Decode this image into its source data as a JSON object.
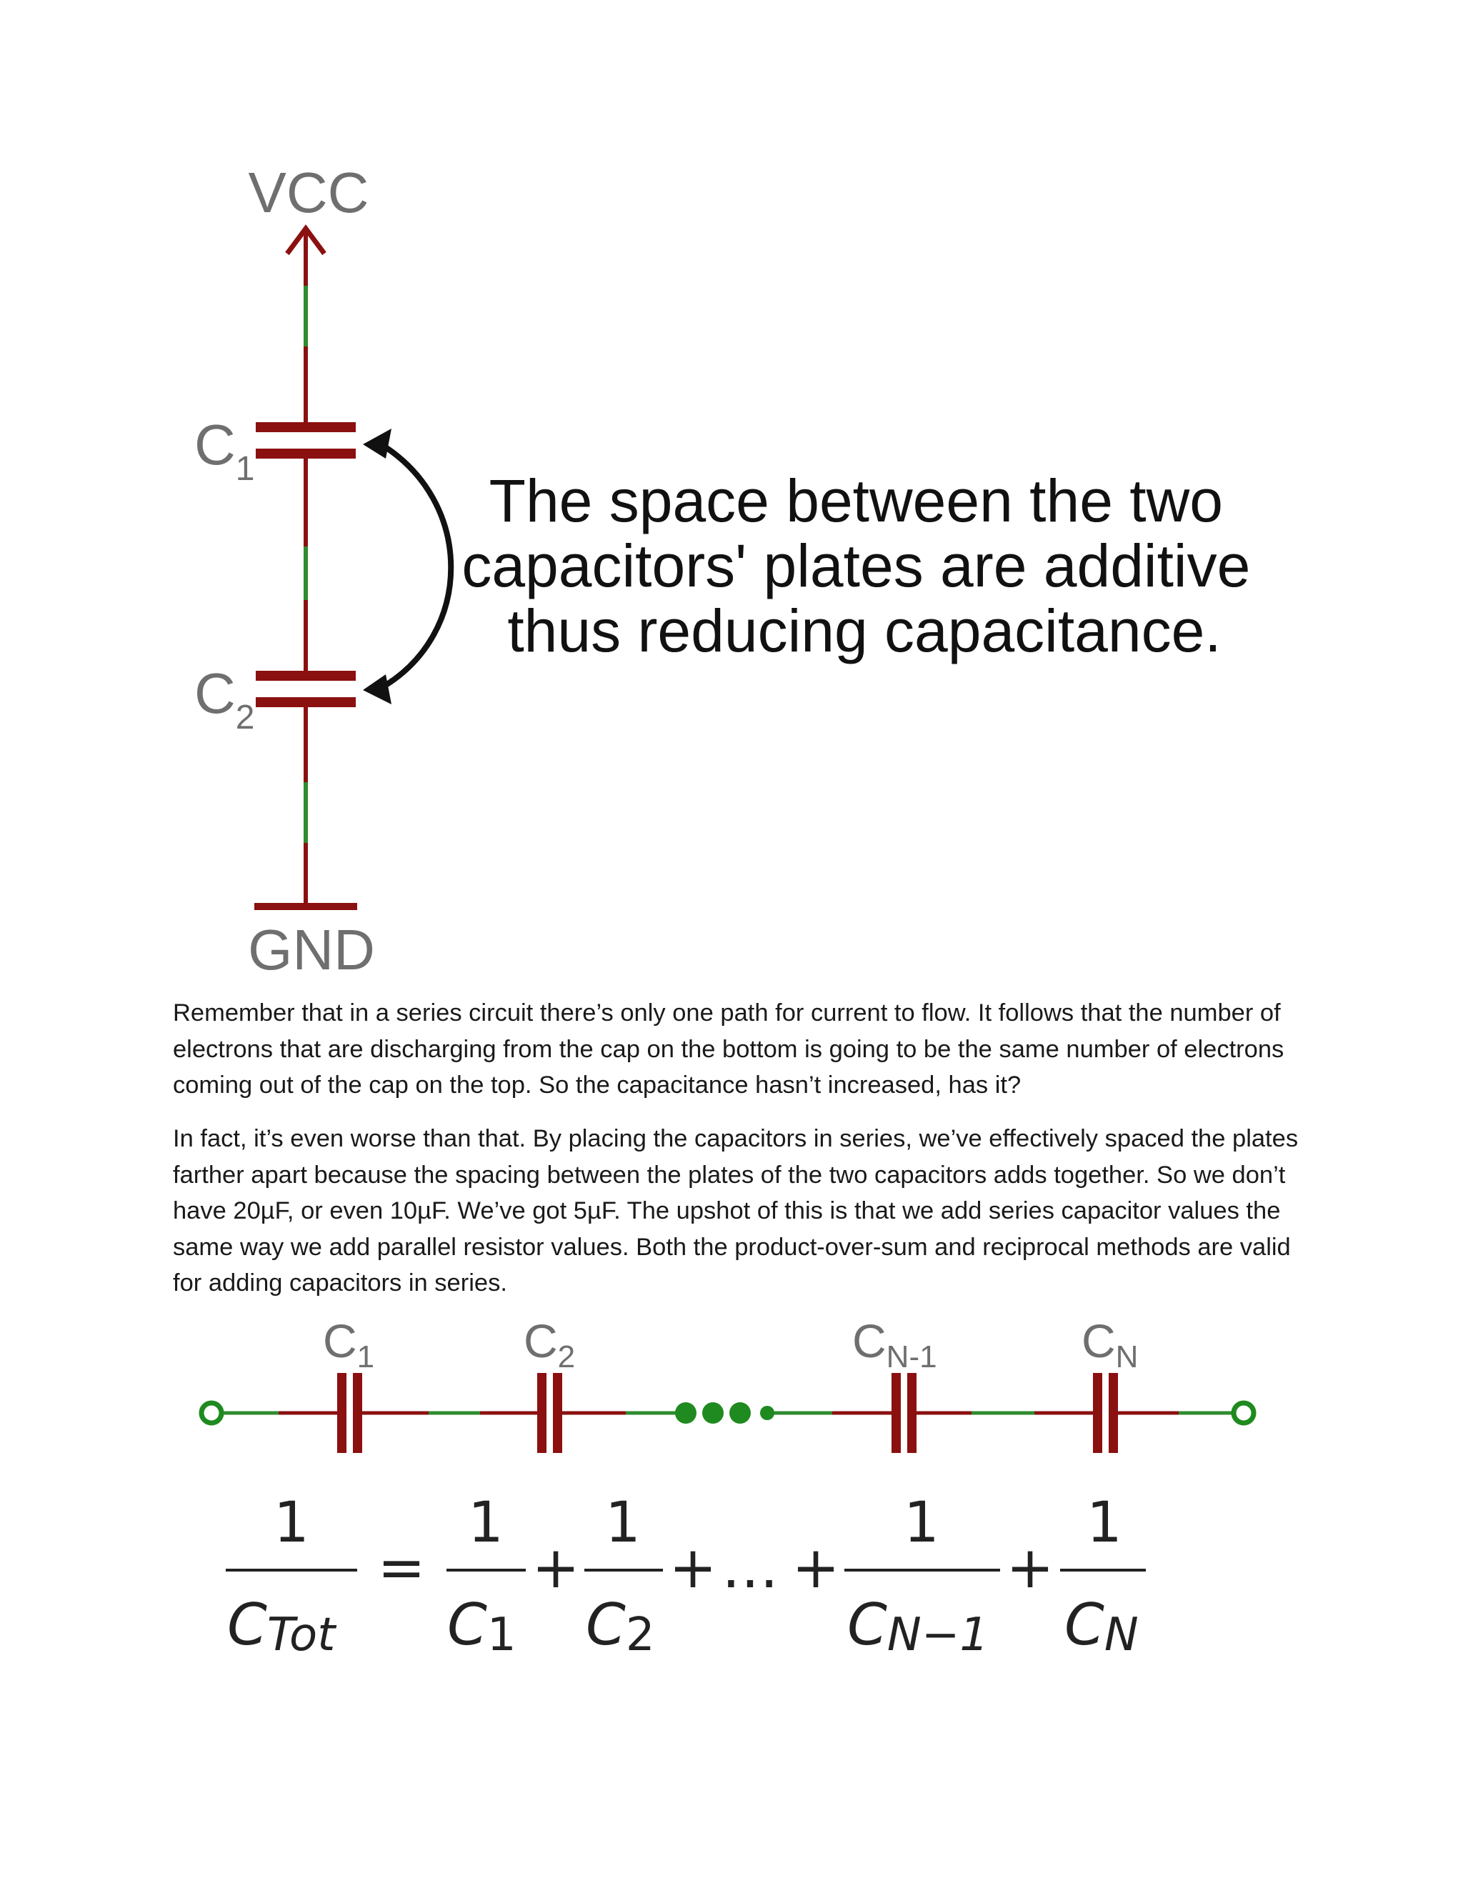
{
  "diagram_top": {
    "supply_label": "VCC",
    "ground_label": "GND",
    "cap1_letter": "C",
    "cap1_sub": "1",
    "cap2_letter": "C",
    "cap2_sub": "2",
    "callout_lines": [
      "The space between the two",
      "capacitors' plates are additive",
      "thus reducing capacitance."
    ]
  },
  "paragraphs": [
    "Remember that in a series circuit there’s only one path for current to flow. It follows that the number of electrons that are discharging from the cap on the bottom is going to be the same number of electrons coming out of the cap on the top. So the capacitance hasn’t increased, has it?",
    "In fact, it’s even worse than that. By placing the capacitors in series, we’ve effectively spaced the plates farther apart because the spacing between the plates of the two capacitors adds together. So we don’t have 20µF, or even 10µF. We’ve got 5µF. The upshot of this is that we add series capacitor values the same way we add parallel resistor values. Both the product-over-sum and reciprocal methods are valid for adding capacitors in series."
  ],
  "diagram_series": {
    "cap_labels": [
      {
        "letter": "C",
        "sub": "1"
      },
      {
        "letter": "C",
        "sub": "2"
      },
      {
        "letter": "C",
        "sub": "N-1"
      },
      {
        "letter": "C",
        "sub": "N"
      }
    ]
  },
  "formula": {
    "numerator": "1",
    "lhs_letter": "C",
    "lhs_sub": "Tot",
    "equals": "=",
    "plus": "+",
    "ellipsis": "…",
    "terms": [
      {
        "letter": "C",
        "sub": "1"
      },
      {
        "letter": "C",
        "sub": "2"
      },
      {
        "letter": "C",
        "sub": "N−1"
      },
      {
        "letter": "C",
        "sub": "N"
      }
    ]
  },
  "colors": {
    "wire_red": "#8b1010",
    "wire_green": "#2e8b2e",
    "terminal_green": "#1f8a1f",
    "label_gray": "#6f6f6f"
  }
}
